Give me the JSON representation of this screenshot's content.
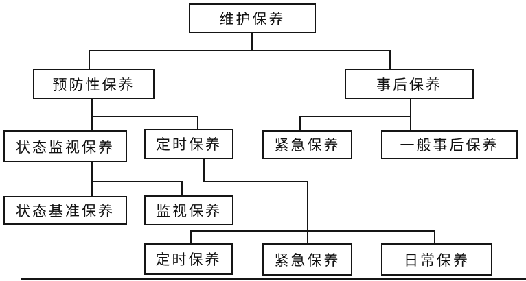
{
  "nodes": {
    "root": "维护保养",
    "preventive": "预防性保养",
    "post": "事后保养",
    "condition_monitoring": "状态监视保养",
    "scheduled": "定时保养",
    "emergency": "紧急保养",
    "general_post": "一般事后保养",
    "condition_based": "状态基准保养",
    "monitoring": "监视保养",
    "scheduled_bottom": "定时保养",
    "emergency_bottom": "紧急保养",
    "daily": "日常保养"
  },
  "colors": {
    "line": "#151515",
    "background": "#ffffff",
    "text": "#111111"
  }
}
